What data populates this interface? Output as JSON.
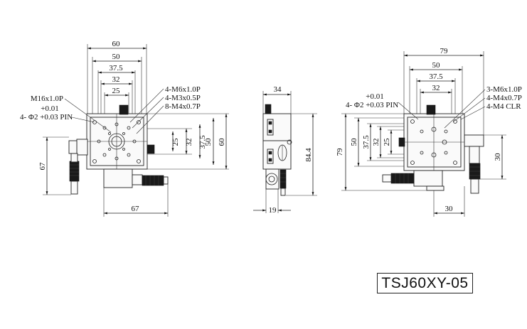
{
  "model": "TSJ60XY-05",
  "front_view": {
    "dims": {
      "w60": "60",
      "w50": "50",
      "w375": "37.5",
      "w32": "32",
      "w25": "25",
      "h25": "25",
      "h32": "32",
      "h375": "37.5",
      "h50": "50",
      "h60": "60",
      "h67": "67",
      "w67": "67"
    },
    "labels": {
      "m16": "M16x1.0P",
      "tol_plus": "+0.01",
      "pin": "4- Φ2 +0.03 PIN",
      "m6": "4-M6x1.0P",
      "m3": "4-M3x0.5P",
      "m4": "8-M4x0.7P"
    }
  },
  "side_view": {
    "dims": {
      "w34": "34",
      "h844": "84.4",
      "w19": "19"
    }
  },
  "top_view": {
    "dims": {
      "w79": "79",
      "w50": "50",
      "w375": "37.5",
      "w32": "32",
      "h79": "79",
      "h50": "50",
      "h375": "37.5",
      "h32": "32",
      "h25": "25",
      "h30": "30",
      "w30": "30"
    },
    "labels": {
      "tol_plus": "+0.01",
      "pin": "4- Φ2 +0.03 PIN",
      "m6": "3-M6x1.0P",
      "m4": "4-M4x0.7P",
      "clr": "4-M4 CLR"
    }
  }
}
